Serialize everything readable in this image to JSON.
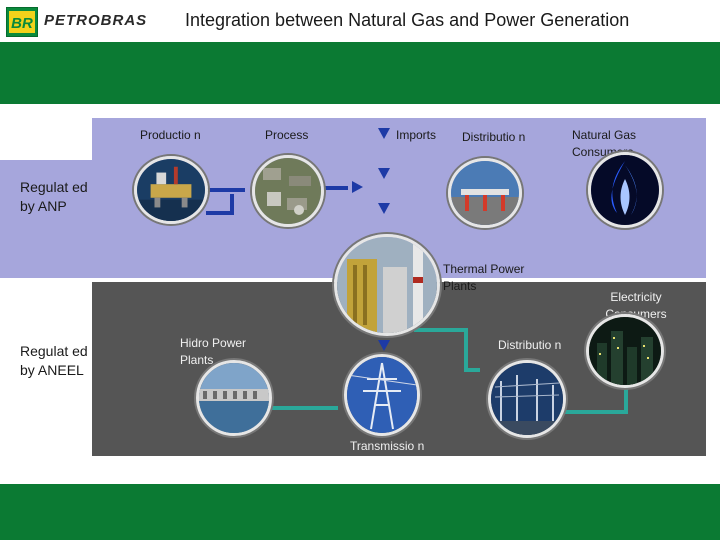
{
  "header": {
    "brand_name": "PETROBRAS",
    "logo_text": "BR",
    "title": "Integration between Natural Gas and Power Generation"
  },
  "regions": {
    "anp_label": "Regulat ed by ANP",
    "aneel_label": "Regulat ed by ANEEL"
  },
  "nodes": {
    "production": "Productio n",
    "process": "Process",
    "imports": "Imports",
    "gas_distribution": "Distributio n",
    "gas_consumers": "Natural Gas Consumers",
    "thermal_power": "Thermal Power Plants",
    "electricity_consumers": "Electricity Consumers",
    "hydro_power": "Hidro Power Plants",
    "power_distribution": "Distributio n",
    "transmission": "Transmissio n"
  },
  "colors": {
    "brand_green": "#0b7a33",
    "anp_region": "#a6a6dc",
    "aneel_region": "#555555",
    "flow_line_gas": "#1d3aa6",
    "flow_line_power": "#2aa89a",
    "arrow": "#1d3aa6"
  }
}
